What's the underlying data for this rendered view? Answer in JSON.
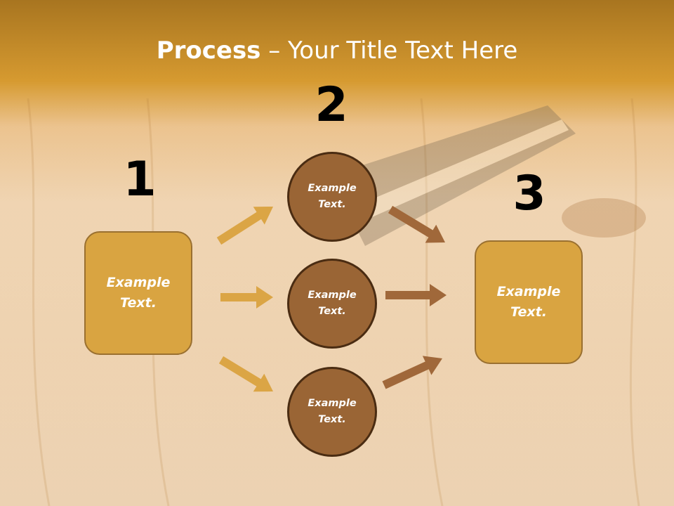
{
  "slide": {
    "title_bold": "Process",
    "title_rest": " – Your Title Text Here"
  },
  "steps": [
    {
      "number": "1",
      "label": "Example Text."
    },
    {
      "number": "2",
      "items": [
        "Example Text.",
        "Example Text.",
        "Example Text."
      ]
    },
    {
      "number": "3",
      "label": "Example Text."
    }
  ],
  "colors": {
    "box_fill": "#d9a441",
    "circle_fill": "#9a6535",
    "arrow_light": "#dba545",
    "arrow_dark": "#a0683a"
  }
}
